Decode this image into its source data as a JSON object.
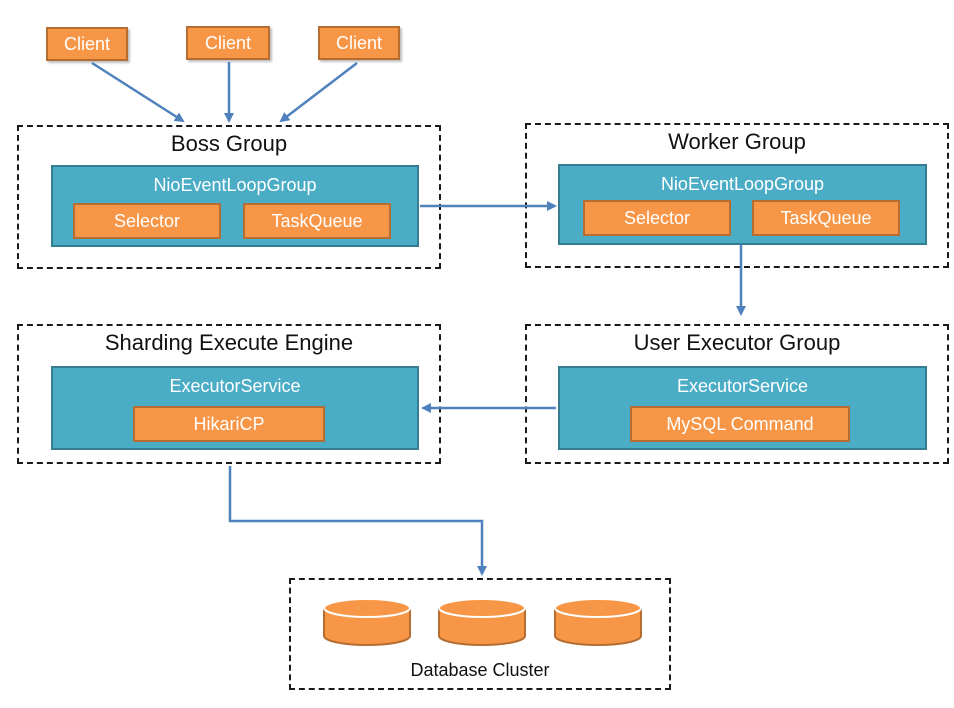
{
  "clients": [
    "Client",
    "Client",
    "Client"
  ],
  "boss_group": {
    "title": "Boss Group",
    "loop_group": "NioEventLoopGroup",
    "selector": "Selector",
    "task_queue": "TaskQueue"
  },
  "worker_group": {
    "title": "Worker Group",
    "loop_group": "NioEventLoopGroup",
    "selector": "Selector",
    "task_queue": "TaskQueue"
  },
  "sharding_engine": {
    "title": "Sharding Execute Engine",
    "executor": "ExecutorService",
    "pool": "HikariCP"
  },
  "user_executor_group": {
    "title": "User Executor Group",
    "executor": "ExecutorService",
    "command": "MySQL Command"
  },
  "database_cluster": {
    "label": "Database Cluster"
  },
  "colors": {
    "container_fill": "#4bacc6",
    "component_fill": "#f79646",
    "arrow": "#4f81bd"
  }
}
